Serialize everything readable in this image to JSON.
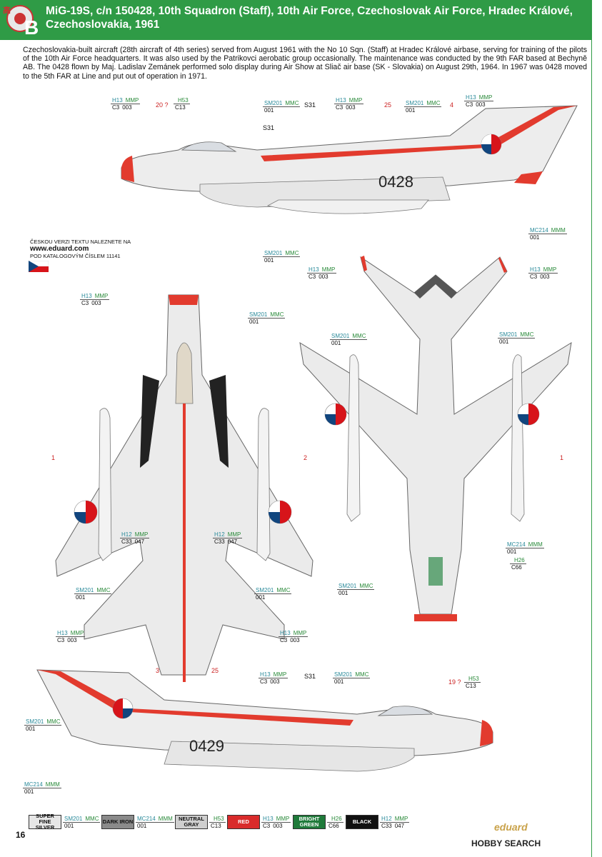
{
  "header": {
    "letter": "B",
    "title": "MiG-19S, c/n 150428, 10th Squadron (Staff), 10th Air Force, Czechoslovak Air Force, Hradec Králové, Czechoslovakia, 1961",
    "watermark": "高"
  },
  "description": "Czechoslovakia-built aircraft (28th aircraft of 4th series) served from August 1961 with the No 10 Sqn. (Staff) at Hradec Králové airbase, serving for training of the pilots of the 10th Air Force headquarters. It was also used by the Patrikovci aerobatic group occasionally. The maintenance was conducted by the 9th FAR based at Bechyně AB. The 0428 flown by Maj. Ladislav Zemánek performed solo display during Air Show at Sliač air base (SK - Slovakia) on August 29th, 1964. In 1967 was 0428 moved to the 5th FAR at Line and put out of operation in 1971.",
  "czech_note": {
    "line1": "ČESKOU VERZI TEXTU NALEZNETE NA",
    "url": "www.eduard.com",
    "line2": "POD KATALOGOVÝM ČÍSLEM 11141"
  },
  "serial": "0428",
  "serial_partial": "0429",
  "codes": [
    {
      "a": "H13",
      "b": "MMP",
      "c1": "C3",
      "c2": "003"
    },
    {
      "a": "",
      "b": "H53",
      "c1": "C13",
      "c2": ""
    },
    {
      "a": "SM201",
      "b": "MMC",
      "c1": "001",
      "c2": ""
    },
    {
      "a": "H13",
      "b": "MMP",
      "c1": "C3",
      "c2": "003"
    },
    {
      "a": "SM201",
      "b": "MMC",
      "c1": "001",
      "c2": ""
    },
    {
      "a": "H13",
      "b": "MMP",
      "c1": "C3",
      "c2": "003"
    },
    {
      "a": "MC214",
      "b": "MMM",
      "c1": "001",
      "c2": ""
    },
    {
      "a": "SM201",
      "b": "MMC",
      "c1": "001",
      "c2": ""
    },
    {
      "a": "H13",
      "b": "MMP",
      "c1": "C3",
      "c2": "003"
    },
    {
      "a": "H13",
      "b": "MMP",
      "c1": "C3",
      "c2": "003"
    },
    {
      "a": "H13",
      "b": "MMP",
      "c1": "C3",
      "c2": "003"
    },
    {
      "a": "SM201",
      "b": "MMC",
      "c1": "001",
      "c2": ""
    },
    {
      "a": "SM201",
      "b": "MMC",
      "c1": "001",
      "c2": ""
    },
    {
      "a": "SM201",
      "b": "MMC",
      "c1": "001",
      "c2": ""
    },
    {
      "a": "H12",
      "b": "MMP",
      "c1": "C33",
      "c2": "047"
    },
    {
      "a": "H12",
      "b": "MMP",
      "c1": "C33",
      "c2": "047"
    },
    {
      "a": "MC214",
      "b": "MMM",
      "c1": "001",
      "c2": ""
    },
    {
      "a": "",
      "b": "H26",
      "c1": "C66",
      "c2": ""
    },
    {
      "a": "SM201",
      "b": "MMC",
      "c1": "001",
      "c2": ""
    },
    {
      "a": "SM201",
      "b": "MMC",
      "c1": "001",
      "c2": ""
    },
    {
      "a": "SM201",
      "b": "MMC",
      "c1": "001",
      "c2": ""
    },
    {
      "a": "H13",
      "b": "MMP",
      "c1": "C3",
      "c2": "003"
    },
    {
      "a": "H13",
      "b": "MMP",
      "c1": "C3",
      "c2": "003"
    },
    {
      "a": "H13",
      "b": "MMP",
      "c1": "C3",
      "c2": "003"
    },
    {
      "a": "SM201",
      "b": "MMC",
      "c1": "001",
      "c2": ""
    },
    {
      "a": "",
      "b": "H53",
      "c1": "C13",
      "c2": ""
    },
    {
      "a": "SM201",
      "b": "MMC",
      "c1": "001",
      "c2": ""
    },
    {
      "a": "MC214",
      "b": "MMM",
      "c1": "001",
      "c2": ""
    }
  ],
  "marks": {
    "m20": "20 ?",
    "m25a": "25",
    "m4": "4",
    "m1a": "1",
    "m2": "2",
    "m1b": "1",
    "m3": "3",
    "m25b": "25",
    "m19": "19 ?",
    "s31a": "S31",
    "s31b": "S31",
    "s31c": "S31"
  },
  "legend": [
    {
      "name": "SUPER FINE SILVER",
      "bg": "#e6e6e6",
      "fg": "#111",
      "a": "SM201",
      "b": "MMC",
      "c": "001",
      "d": ""
    },
    {
      "name": "DARK IRON",
      "bg": "#8a8a8a",
      "fg": "#111",
      "a": "MC214",
      "b": "MMM",
      "c": "001",
      "d": ""
    },
    {
      "name": "NEUTRAL GRAY",
      "bg": "#cfcfcf",
      "fg": "#111",
      "a": "",
      "b": "H53",
      "c": "C13",
      "d": ""
    },
    {
      "name": "RED",
      "bg": "#d92b2b",
      "fg": "#fff",
      "a": "H13",
      "b": "MMP",
      "c": "C3",
      "d": "003"
    },
    {
      "name": "BRIGHT GREEN",
      "bg": "#1f7a3a",
      "fg": "#fff",
      "a": "",
      "b": "H26",
      "c": "C66",
      "d": ""
    },
    {
      "name": "BLACK",
      "bg": "#111",
      "fg": "#fff",
      "a": "H12",
      "b": "MMP",
      "c": "C33",
      "d": "047"
    }
  ],
  "page_number": "16",
  "brand": "eduard",
  "site_watermark": "HOBBY SEARCH"
}
